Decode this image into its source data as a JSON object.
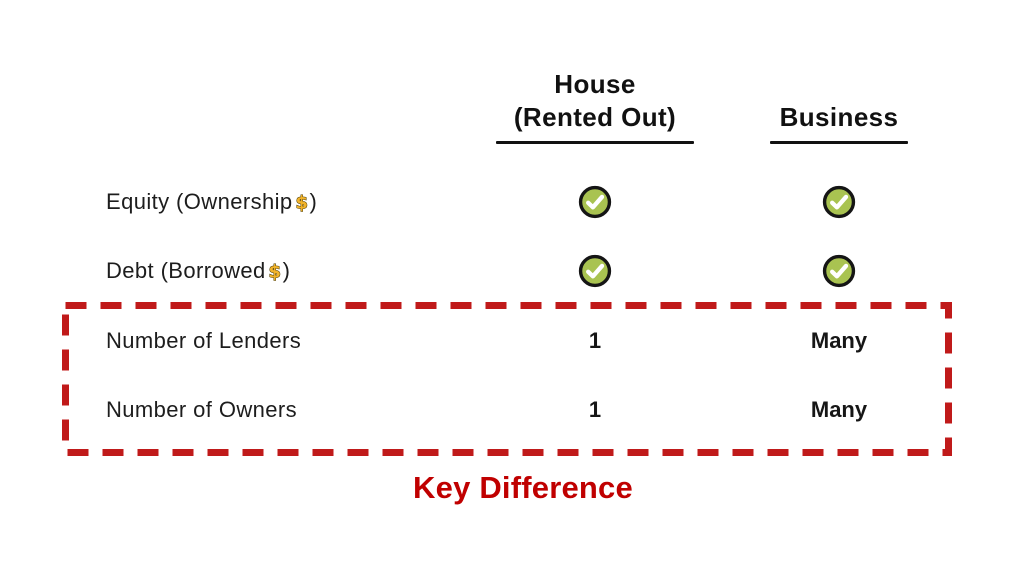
{
  "header": {
    "house": {
      "line1": "House",
      "line2": "(Rented Out)"
    },
    "business": {
      "line1": "Business"
    }
  },
  "rows": [
    {
      "label": "Equity (Ownership",
      "label_suffix": ")",
      "house_icon": "check-circle-icon",
      "business_icon": "check-circle-icon"
    },
    {
      "label": "Debt (Borrowed",
      "label_suffix": ")",
      "house_icon": "check-circle-icon",
      "business_icon": "check-circle-icon"
    },
    {
      "label": "Number of Lenders",
      "house": "1",
      "business": "Many"
    },
    {
      "label": "Number of Owners",
      "house": "1",
      "business": "Many"
    }
  ],
  "key_difference_label": "Key Difference",
  "icons": {
    "dollar_char": "$"
  },
  "colors": {
    "dashed_box_red": "#c01a1a",
    "key_difference_red": "#c00000",
    "check_green": "#a9c351",
    "check_ring_black": "#151515",
    "dollar_gold": "#f2b32a",
    "text_black": "#1d1d1d"
  }
}
